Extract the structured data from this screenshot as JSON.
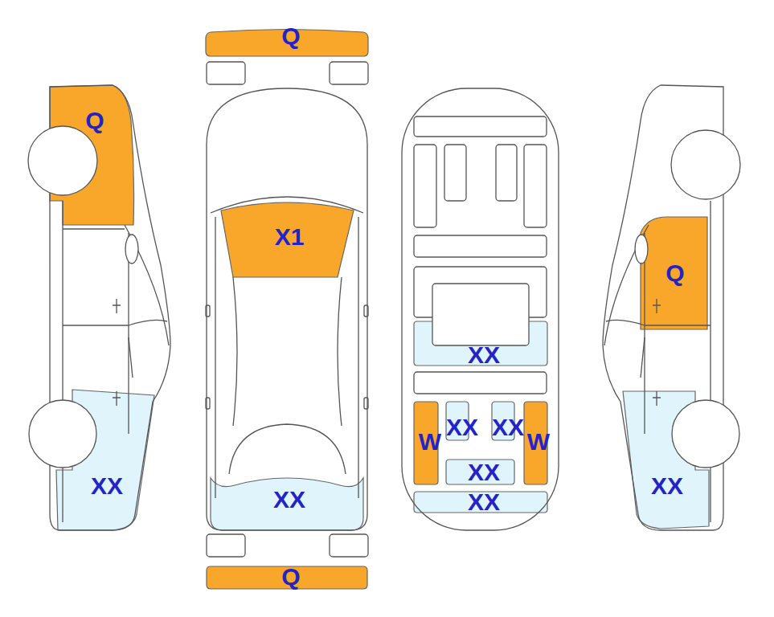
{
  "diagram": {
    "nodes": [
      {
        "text": [
          "Q"
        ]
      },
      {
        "text": [
          "Q"
        ]
      },
      {
        "text": [
          "X1"
        ]
      },
      {
        "text": [
          "Q"
        ]
      },
      {
        "text": [
          "XX"
        ]
      },
      {
        "text": [
          "XX"
        ]
      },
      {
        "text": [
          "XX"
        ]
      },
      {
        "text": [
          "W"
        ]
      },
      {
        "text": [
          "W"
        ]
      },
      {
        "text": [
          "XX"
        ]
      },
      {
        "text": [
          "XX"
        ]
      },
      {
        "text": [
          "XX"
        ]
      },
      {
        "text": [
          "XX"
        ]
      },
      {
        "text": [
          "XX"
        ]
      },
      {
        "text": [
          "Q"
        ]
      }
    ]
  }
}
